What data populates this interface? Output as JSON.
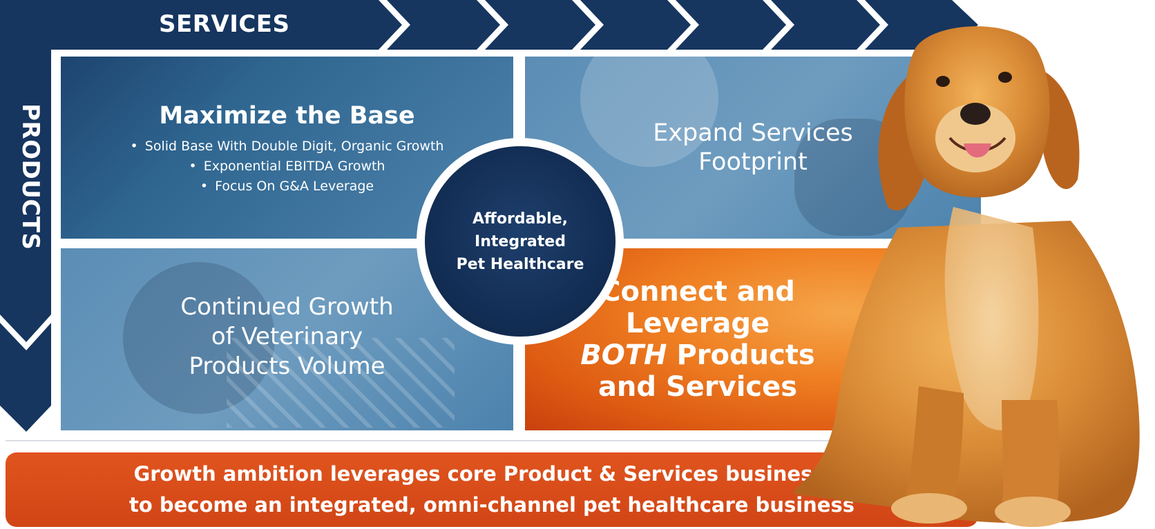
{
  "axes": {
    "services_label": "SERVICES",
    "products_label": "PRODUCTS"
  },
  "quadrants": {
    "top_left": {
      "title": "Maximize the Base",
      "bullets": [
        "Solid Base With Double Digit, Organic Growth",
        "Exponential EBITDA Growth",
        "Focus On G&A Leverage"
      ]
    },
    "top_right": {
      "text": "Expand Services\nFootprint"
    },
    "bottom_left": {
      "text": "Continued Growth\nof Veterinary\nProducts Volume"
    },
    "bottom_right": {
      "line1": "Connect and",
      "line2": "Leverage",
      "line3_emphasis": "BOTH",
      "line3_rest": " Products",
      "line4": "and Services"
    }
  },
  "center": {
    "text": "Affordable,\nIntegrated\nPet Healthcare"
  },
  "banner": {
    "line1": "Growth ambition leverages core Product & Services businesses",
    "line2": "to become an integrated, omni-channel pet healthcare business"
  },
  "colors": {
    "navy": "#16355f",
    "blue": "#3f78a6",
    "orange": "#ef7f22",
    "banner": "#d94b19"
  },
  "image": "golden-retriever-dog"
}
